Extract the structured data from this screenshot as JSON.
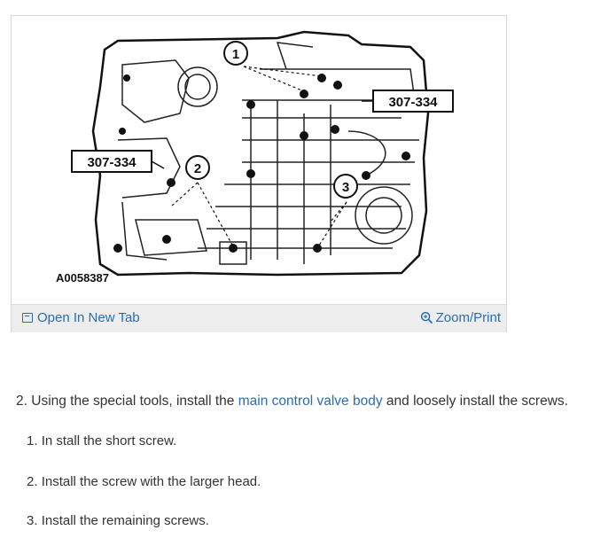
{
  "figure": {
    "callouts": [
      "1",
      "2",
      "3"
    ],
    "tool_labels": [
      "307-334",
      "307-334"
    ],
    "figure_code": "A0058387",
    "open_tab_label": "Open In New Tab",
    "zoom_label": "Zoom/Print",
    "icons": {
      "open_tab": "new-tab-icon",
      "zoom": "zoom-icon"
    }
  },
  "instructions": {
    "step_number": "2.",
    "step_text_before": "Using the special tools, install the",
    "step_link": "main control valve body",
    "step_text_after": "and loosely install the screws.",
    "substeps": [
      {
        "num": "1.",
        "text": "In stall the short screw."
      },
      {
        "num": "2.",
        "text": "Install the screw with the larger head."
      },
      {
        "num": "3.",
        "text": "Install the remaining screws."
      }
    ]
  },
  "colors": {
    "link": "#2b6cb0",
    "toolbar": "#ededed",
    "text": "#333333"
  }
}
